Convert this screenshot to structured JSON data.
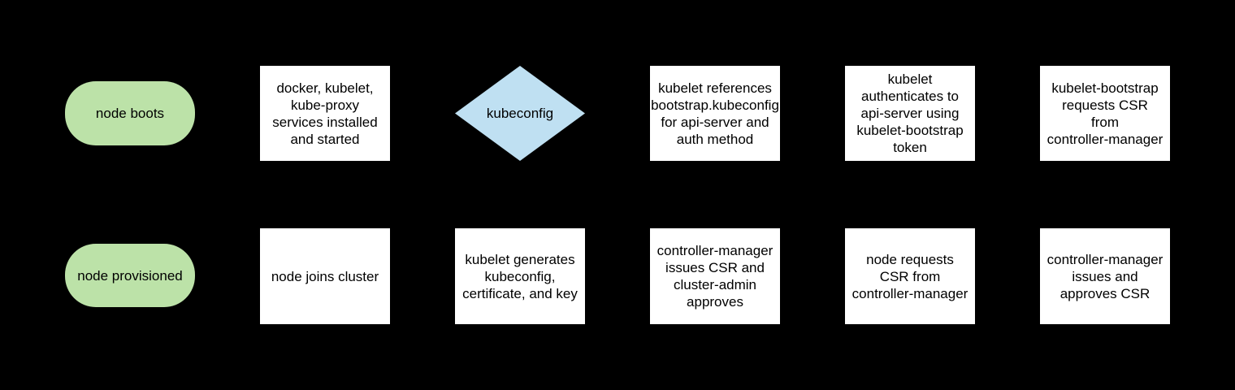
{
  "diagram": {
    "background_color": "#000000",
    "text_color": "#000000",
    "shape_colors": {
      "terminal": "#bce2a8",
      "process": "#ffffff",
      "decision": "#bfe0f2"
    },
    "nodes": [
      {
        "id": "node-boots",
        "shape": "terminal",
        "row": 1,
        "col": 1,
        "label": "node boots"
      },
      {
        "id": "services-installed",
        "shape": "process",
        "row": 1,
        "col": 2,
        "label": "docker, kubelet,\nkube-proxy\nservices installed\nand started"
      },
      {
        "id": "kubeconfig-decision",
        "shape": "decision",
        "row": 1,
        "col": 3,
        "label": "kubeconfig"
      },
      {
        "id": "references-bootstrap",
        "shape": "process",
        "row": 1,
        "col": 4,
        "label": "kubelet references\nbootstrap.kubeconfig\nfor api-server and\nauth method"
      },
      {
        "id": "kubelet-authenticates",
        "shape": "process",
        "row": 1,
        "col": 5,
        "label": "kubelet\nauthenticates to\napi-server using\nkubelet-bootstrap\ntoken"
      },
      {
        "id": "bootstrap-requests-csr",
        "shape": "process",
        "row": 1,
        "col": 6,
        "label": "kubelet-bootstrap\nrequests CSR\nfrom\ncontroller-manager"
      },
      {
        "id": "node-provisioned",
        "shape": "terminal",
        "row": 2,
        "col": 1,
        "label": "node provisioned"
      },
      {
        "id": "node-joins-cluster",
        "shape": "process",
        "row": 2,
        "col": 2,
        "label": "node joins cluster"
      },
      {
        "id": "kubelet-generates",
        "shape": "process",
        "row": 2,
        "col": 3,
        "label": "kubelet generates\nkubeconfig,\ncertificate, and key"
      },
      {
        "id": "cm-issues-admin-approves",
        "shape": "process",
        "row": 2,
        "col": 4,
        "label": "controller-manager\nissues CSR and\ncluster-admin\napproves"
      },
      {
        "id": "node-requests-csr",
        "shape": "process",
        "row": 2,
        "col": 5,
        "label": "node requests\nCSR from\ncontroller-manager"
      },
      {
        "id": "cm-issues-approves-csr",
        "shape": "process",
        "row": 2,
        "col": 6,
        "label": "controller-manager\nissues and\napproves CSR"
      }
    ]
  }
}
